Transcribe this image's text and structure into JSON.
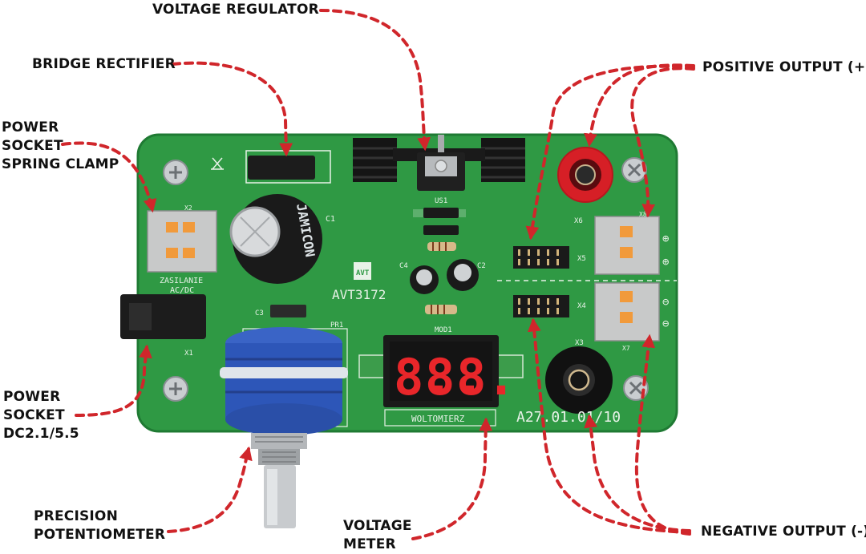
{
  "labels": {
    "voltage_regulator": "VOLTAGE REGULATOR",
    "bridge_rectifier": "BRIDGE RECTIFIER",
    "power_socket_spring": [
      "POWER",
      "SOCKET",
      "SPRING CLAMP"
    ],
    "positive_output": "POSITIVE OUTPUT  (+)",
    "power_socket_dc": [
      "POWER",
      "SOCKET",
      "DC2.1/5.5"
    ],
    "precision_potentiometer": [
      "PRECISION",
      "POTENTIOMETER"
    ],
    "voltage_meter": [
      "VOLTAGE",
      "METER"
    ],
    "negative_output": "NEGATIVE OUTPUT  (-)"
  },
  "board": {
    "silkscreen": {
      "zasilanie": [
        "ZASILANIE",
        "AC/DC"
      ],
      "model": "AVT3172",
      "logo": "AVT",
      "woltomierz": "WOLTOMIERZ",
      "code": "A27.01.01/10",
      "us1": "US1",
      "mod1": "MOD1",
      "pr1": "PR1",
      "c1": "C1",
      "c2": "C2",
      "c3": "C3",
      "c4": "C4",
      "x1": "X1",
      "x2": "X2",
      "x3": "X3",
      "x4": "X4",
      "x5": "X5",
      "x6": "X6",
      "x7": "X7",
      "x8": "X8",
      "plus": "⊕",
      "minus": "⊖"
    },
    "capacitor_text": "JAMICON",
    "display_digits": [
      "8.",
      "8.",
      "8."
    ]
  },
  "colors": {
    "pcb": "#2f9944",
    "annotation": "#d0262b",
    "potentiometer": "#2d56b8",
    "red_socket": "#d61f26",
    "display": "#e8262a"
  }
}
